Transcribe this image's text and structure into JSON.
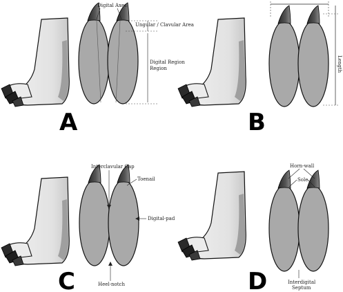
{
  "panels": [
    {
      "letter": "A",
      "labels": {
        "digital_axes": "Digital Axes",
        "ungular_area": "Ungular / Clavular Area",
        "digital_region": "Digital Region"
      }
    },
    {
      "letter": "B",
      "labels": {
        "length": "Length"
      }
    },
    {
      "letter": "C",
      "labels": {
        "interclavular_gap": "Interclavular Gap",
        "toenail": "Toenail",
        "digital_pad": "Digital-pad",
        "heel_notch": "Heel-notch"
      }
    },
    {
      "letter": "D",
      "labels": {
        "horn_wall": "Horn-wall",
        "sole": "Sole",
        "interdigital_septum_1": "Interdigital",
        "interdigital_septum_2": "Septum"
      }
    }
  ],
  "colors": {
    "pad": "#a9a9a9",
    "leg": "#e6e6e6",
    "shadow": "#9a9a9a",
    "nail": "#3a3a3a",
    "outline": "#111111"
  }
}
